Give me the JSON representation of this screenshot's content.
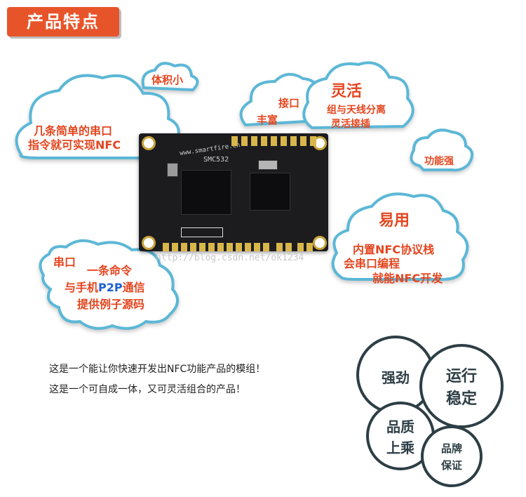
{
  "header": {
    "title": "产品特点"
  },
  "clouds": {
    "size": "体积小",
    "left_main_line1": "几条简单的串口",
    "left_main_line2": "指令就可实现NFC",
    "interface_line1": "接口",
    "interface_line2": "丰富",
    "flexible_title": "灵活",
    "flexible_line1": "组与天线分离",
    "flexible_line2": "灵活接插",
    "powerful": "功能强",
    "easy_title": "易用",
    "easy_line1": "内置NFC协议栈",
    "easy_line2": "会串口编程",
    "easy_line3": "就能NFC开发",
    "serial_label": "串口",
    "serial_line1": "一条命令",
    "serial_line2_pre": "与手机",
    "serial_line2_highlight": "P2P",
    "serial_line2_post": "通信",
    "serial_line3": "提供例子源码"
  },
  "board": {
    "brand": "www.smartfire.cn",
    "model": "SMC532",
    "watermark": "http://blog.csdn.net/ok1234"
  },
  "description": {
    "line1": "这是一个能让你快速开发出NFC功能产品的模组！",
    "line2": "这是一个可自成一体，又可灵活组合的产品！"
  },
  "badges": {
    "strong": "强劲",
    "stable_line1": "运行",
    "stable_line2": "稳定",
    "quality_line1": "品质",
    "quality_line2": "上乘",
    "brand_line1": "品牌",
    "brand_line2": "保证"
  },
  "colors": {
    "accent": "#e8542a",
    "cloud_stroke": "#5bb7d6",
    "highlight_blue": "#1d5fd6",
    "badge_dark": "#2d3e45"
  }
}
